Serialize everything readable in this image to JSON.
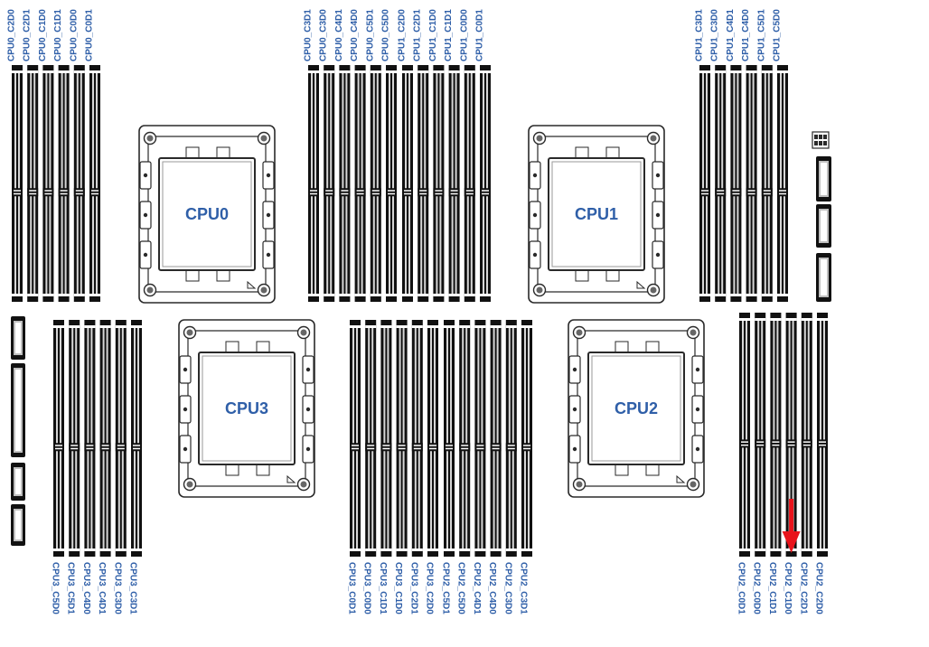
{
  "diagram": {
    "cpus": [
      {
        "id": "cpu0",
        "label": "CPU0"
      },
      {
        "id": "cpu1",
        "label": "CPU1"
      },
      {
        "id": "cpu3",
        "label": "CPU3"
      },
      {
        "id": "cpu2",
        "label": "CPU2"
      }
    ],
    "dimm_groups": [
      {
        "id": "cpu0-left",
        "labels": [
          "CPU0_C2D0",
          "CPU0_C2D1",
          "CPU0_C1D0",
          "CPU0_C1D1",
          "CPU0_C0D0",
          "CPU0_C0D1"
        ]
      },
      {
        "id": "cpu0-right",
        "labels": [
          "CPU0_C3D1",
          "CPU0_C3D0",
          "CPU0_C4D1",
          "CPU0_C4D0",
          "CPU0_C5D1",
          "CPU0_C5D0"
        ]
      },
      {
        "id": "cpu1-left",
        "labels": [
          "CPU1_C2D0",
          "CPU1_C2D1",
          "CPU1_C1D0",
          "CPU1_C1D1",
          "CPU1_C0D0",
          "CPU1_C0D1"
        ]
      },
      {
        "id": "cpu1-right",
        "labels": [
          "CPU1_C3D1",
          "CPU1_C3D0",
          "CPU1_C4D1",
          "CPU1_C4D0",
          "CPU1_C5D1",
          "CPU1_C5D0"
        ]
      },
      {
        "id": "cpu3-left",
        "labels": [
          "CPU3_C5D0",
          "CPU3_C5D1",
          "CPU3_C4D0",
          "CPU3_C4D1",
          "CPU3_C3D0",
          "CPU3_C3D1"
        ]
      },
      {
        "id": "cpu3-right",
        "labels": [
          "CPU3_C0D1",
          "CPU3_C0D0",
          "CPU3_C1D1",
          "CPU3_C1D0",
          "CPU3_C2D1",
          "CPU3_C2D0"
        ]
      },
      {
        "id": "cpu2-left",
        "labels": [
          "CPU2_C5D1",
          "CPU2_C5D0",
          "CPU2_C4D1",
          "CPU2_C4D0",
          "CPU2_C3D0",
          "CPU2_C3D1"
        ]
      },
      {
        "id": "cpu2-right",
        "labels": [
          "CPU2_C0D1",
          "CPU2_C0D0",
          "CPU2_C1D1",
          "CPU2_C1D0",
          "CPU2_C2D1",
          "CPU2_C2D0"
        ]
      }
    ],
    "highlighted_slot": "CPU2_C1D0",
    "colors": {
      "label": "#2f5fa8",
      "slot_dark": "#111111",
      "slot_stripe": "#d6d6d6",
      "socket_stroke": "#2a2a2a",
      "arrow": "#e8131b"
    }
  }
}
